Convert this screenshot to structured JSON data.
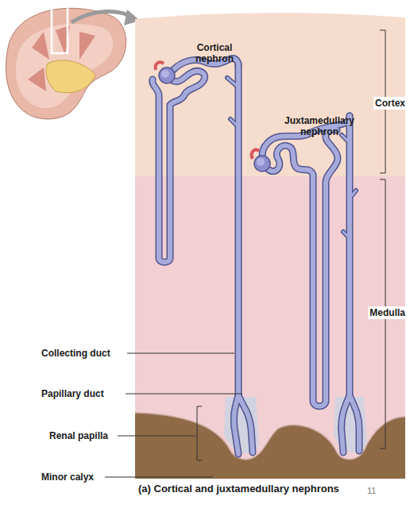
{
  "diagram": {
    "caption": "(a) Cortical and juxtamedullary nephrons",
    "labels": [
      "Cortical nephron",
      "Juxtamedullary nephron",
      "Cortex",
      "Medulla",
      "Collecting duct",
      "Papillary duct",
      "Renal papilla",
      "Minor calyx",
      "11"
    ]
  }
}
